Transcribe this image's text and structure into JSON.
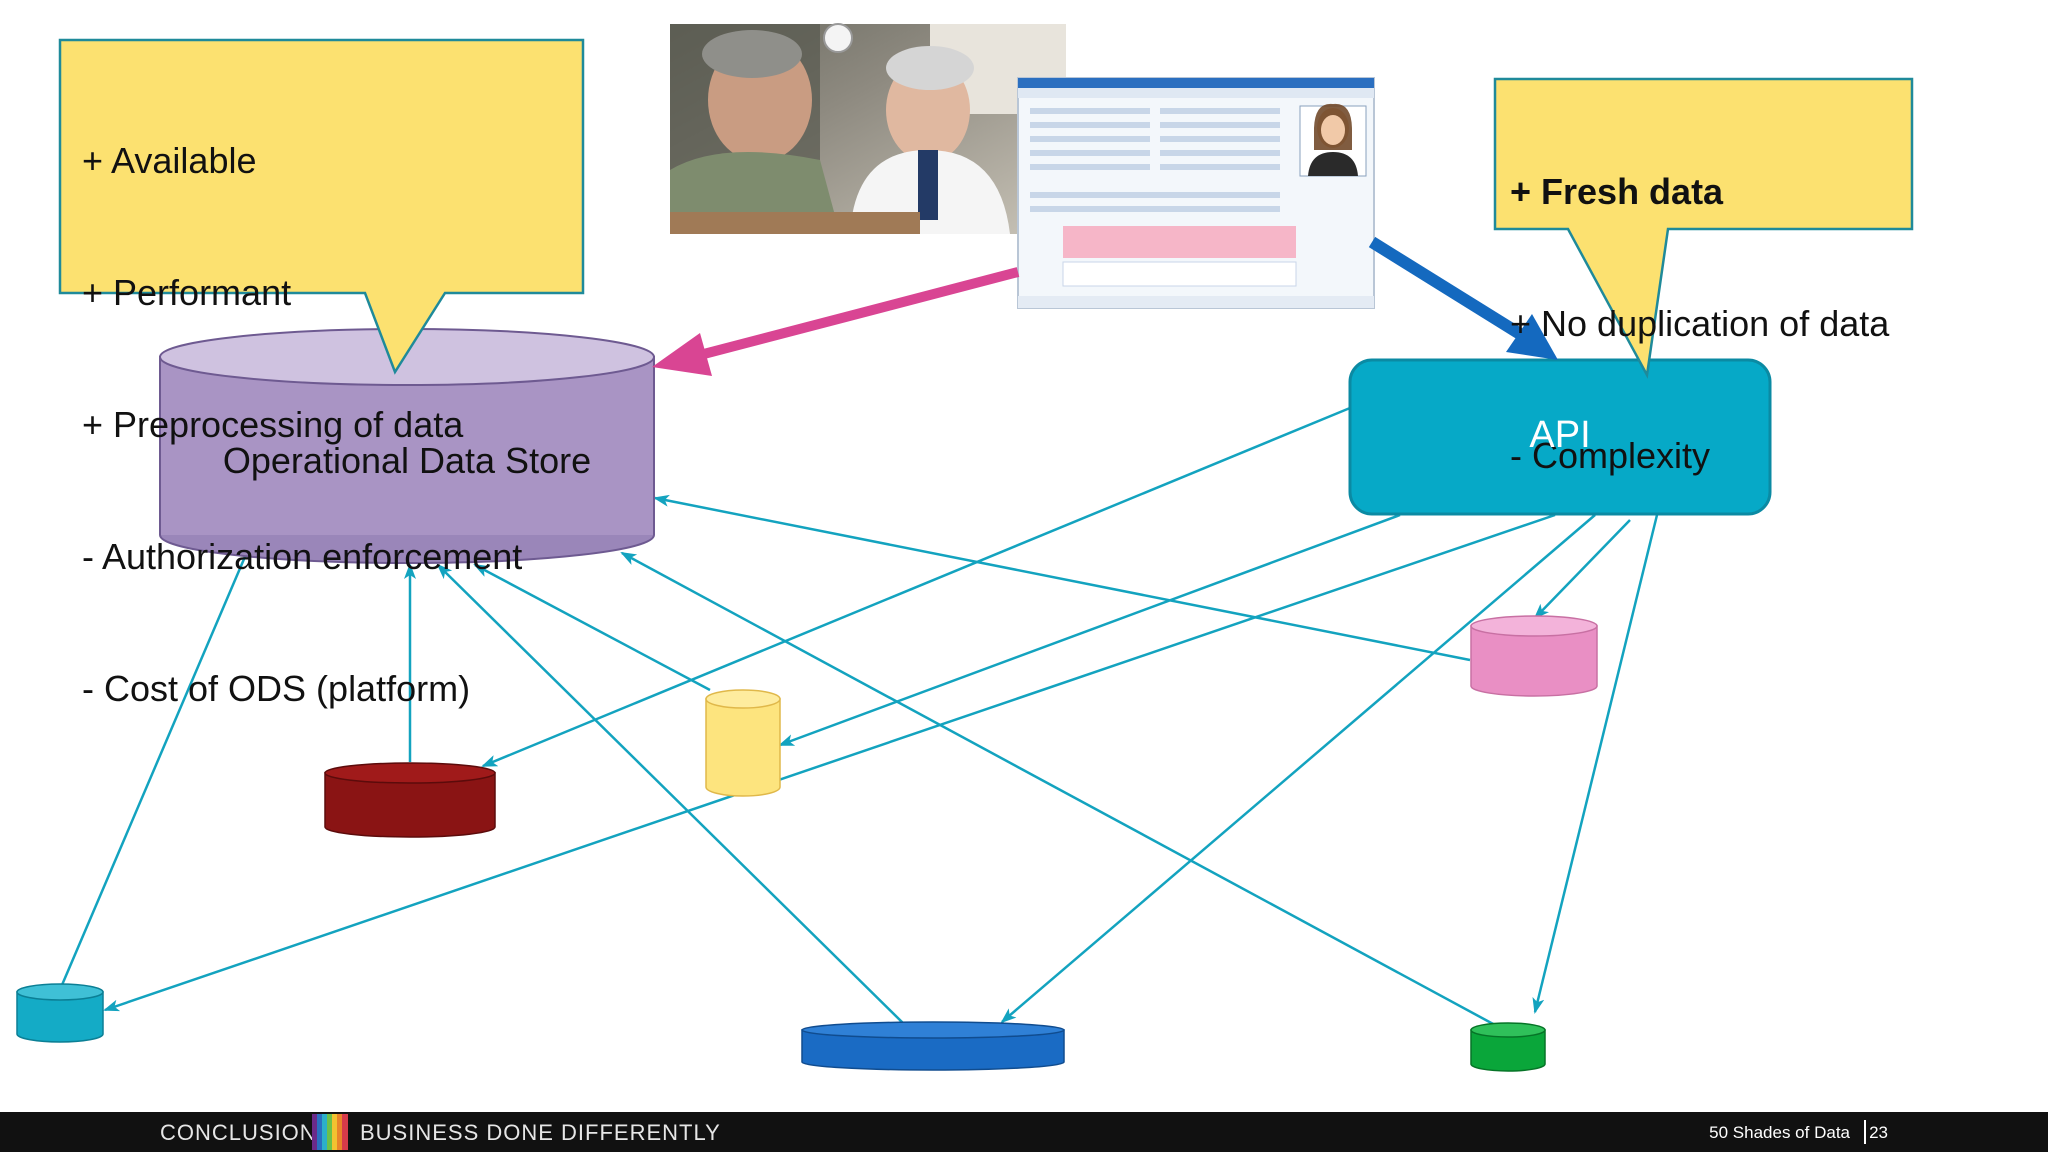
{
  "callout_left": {
    "lines": [
      "+ Available",
      "+ Performant",
      "+ Preprocessing of data",
      "- Authorization enforcement",
      "- Cost of ODS (platform)"
    ]
  },
  "callout_right": {
    "lines": [
      "+ Fresh data",
      "+ No duplication of data",
      "- Complexity"
    ]
  },
  "ods": {
    "label": "Operational Data Store"
  },
  "api": {
    "label": "API"
  },
  "colors": {
    "callout_fill": "#fce170",
    "callout_border": "#1f8a9a",
    "ods_fill": "#a994c4",
    "api_fill": "#06a9c7",
    "link": "#13a3bf",
    "arrow_pink": "#d94593",
    "arrow_blue": "#1469bf",
    "db_red": "#8a1414",
    "db_yellow": "#fde47e",
    "db_pink": "#e98fc4",
    "db_cyan": "#14abc6",
    "db_blue": "#1a6bc4",
    "db_green": "#0aa63a"
  },
  "footer": {
    "left": "CONCLUSION",
    "right": "BUSINESS DONE DIFFERENTLY",
    "slide_title": "50 Shades of Data",
    "page": "23"
  }
}
